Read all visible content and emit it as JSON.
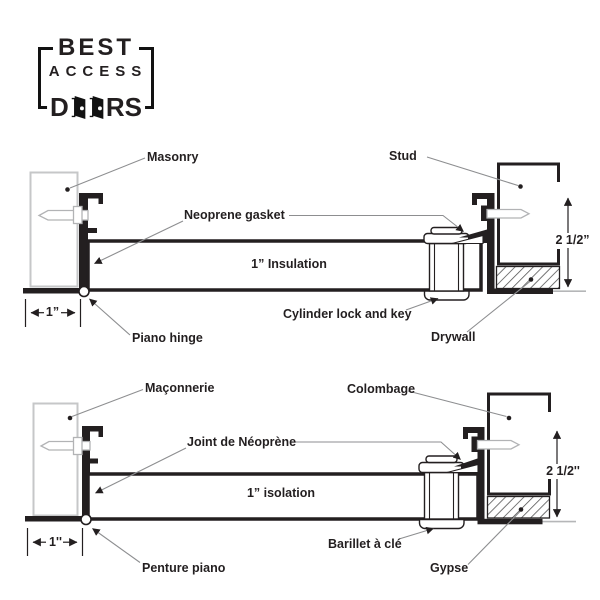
{
  "logo": {
    "line1": "BEST",
    "line2": "ACCESS",
    "line3_prefix": "D",
    "line3_suffix": "RS"
  },
  "colors": {
    "ink": "#231f20",
    "leader_gray": "#8d8e90",
    "masonry_outline": "#c6c7c8",
    "background": "#ffffff"
  },
  "diagrams": [
    {
      "language": "English",
      "labels": {
        "masonry": "Masonry",
        "stud": "Stud",
        "gasket": "Neoprene gasket",
        "insulation": "1” Insulation",
        "lock": "Cylinder lock and key",
        "drywall": "Drywall",
        "hinge": "Piano hinge",
        "dim_width": "1”",
        "dim_depth": "2 1/2”"
      }
    },
    {
      "language": "French",
      "labels": {
        "masonry": "Maçonnerie",
        "stud": "Colombage",
        "gasket": "Joint de Néoprène",
        "insulation": "1” isolation",
        "lock": "Barillet à clé",
        "drywall": "Gypse",
        "hinge": "Penture piano",
        "dim_width": "1''",
        "dim_depth": "2 1/2''"
      }
    }
  ]
}
